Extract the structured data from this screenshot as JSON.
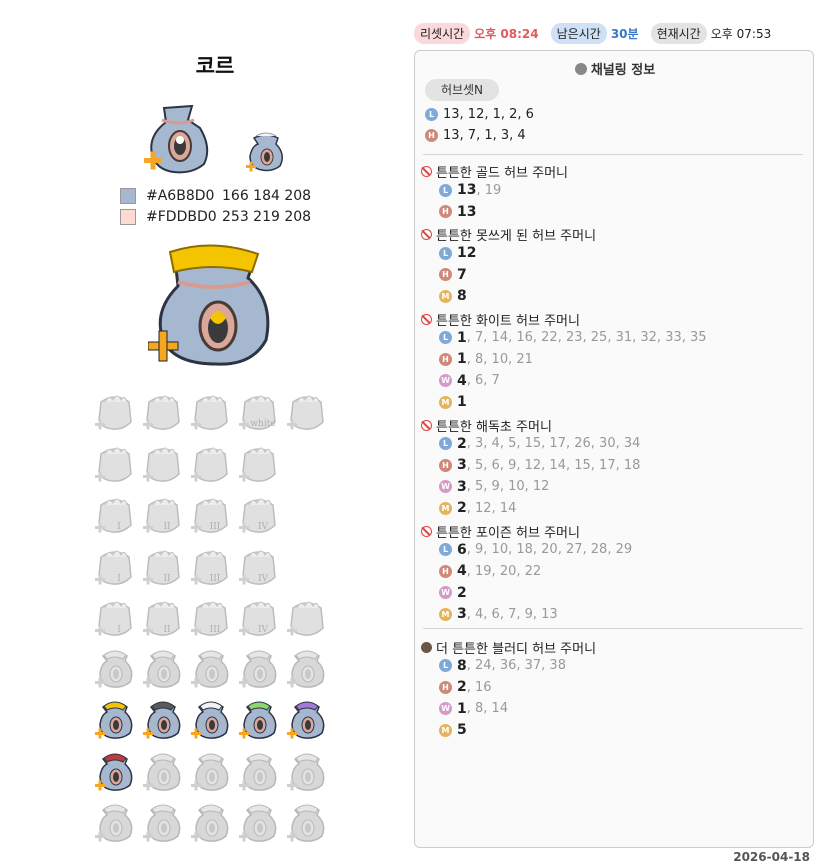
{
  "header": {
    "reset_label": "리셋시간",
    "reset_value": "오후 08:24",
    "remain_label": "남은시간",
    "remain_value": "30분",
    "now_label": "현재시간",
    "now_value": "오후 07:53"
  },
  "left": {
    "title": "코르",
    "colors": [
      {
        "swatch": "#A6B8D0",
        "hex": "#A6B8D0",
        "rgb": "166 184 208"
      },
      {
        "swatch": "#FDDBD0",
        "hex": "#FDDBD0",
        "rgb": "253 219 208"
      }
    ]
  },
  "panel": {
    "title": "채널링 정보",
    "tab": "허브셋N",
    "summary": [
      {
        "tag": "L",
        "value": "13, 12, 1, 2, 6"
      },
      {
        "tag": "H",
        "value": "13, 7, 1, 3, 4"
      }
    ],
    "sections": [
      {
        "icon": "ban",
        "name": "튼튼한 골드 허브 주머니",
        "rows": [
          {
            "tag": "L",
            "main": "13",
            "rest": ", 19"
          },
          {
            "tag": "H",
            "main": "13",
            "rest": ""
          }
        ]
      },
      {
        "icon": "ban",
        "name": "튼튼한 못쓰게 된 허브 주머니",
        "rows": [
          {
            "tag": "L",
            "main": "12",
            "rest": ""
          },
          {
            "tag": "H",
            "main": "7",
            "rest": ""
          },
          {
            "tag": "M",
            "main": "8",
            "rest": ""
          }
        ]
      },
      {
        "icon": "ban",
        "name": "튼튼한 화이트 허브 주머니",
        "rows": [
          {
            "tag": "L",
            "main": "1",
            "rest": ", 7, 14, 16, 22, 23, 25, 31, 32, 33, 35"
          },
          {
            "tag": "H",
            "main": "1",
            "rest": ", 8, 10, 21"
          },
          {
            "tag": "W",
            "main": "4",
            "rest": ", 6, 7"
          },
          {
            "tag": "M",
            "main": "1",
            "rest": ""
          }
        ]
      },
      {
        "icon": "ban",
        "name": "튼튼한 해독초 주머니",
        "rows": [
          {
            "tag": "L",
            "main": "2",
            "rest": ", 3, 4, 5, 15, 17, 26, 30, 34"
          },
          {
            "tag": "H",
            "main": "3",
            "rest": ", 5, 6, 9, 12, 14, 15, 17, 18"
          },
          {
            "tag": "W",
            "main": "3",
            "rest": ", 5, 9, 10, 12"
          },
          {
            "tag": "M",
            "main": "2",
            "rest": ", 12, 14"
          }
        ]
      },
      {
        "icon": "ban",
        "name": "튼튼한 포이즌 허브 주머니",
        "rows": [
          {
            "tag": "L",
            "main": "6",
            "rest": ", 9, 10, 18, 20, 27, 28, 29"
          },
          {
            "tag": "H",
            "main": "4",
            "rest": ", 19, 20, 22"
          },
          {
            "tag": "W",
            "main": "2",
            "rest": ""
          },
          {
            "tag": "M",
            "main": "3",
            "rest": ", 4, 6, 7, 9, 13"
          }
        ]
      },
      {
        "icon": "dot",
        "name": "더 튼튼한 블러디 허브 주머니",
        "rows": [
          {
            "tag": "L",
            "main": "8",
            "rest": ", 24, 36, 37, 38"
          },
          {
            "tag": "H",
            "main": "2",
            "rest": ", 16"
          },
          {
            "tag": "W",
            "main": "1",
            "rest": ", 8, 14"
          },
          {
            "tag": "M",
            "main": "5",
            "rest": ""
          }
        ]
      }
    ]
  },
  "footer": {
    "date": "2026-04-18"
  },
  "icons": {
    "bag_color": "#A6B8D0",
    "bag_pink": "#FDDBD0",
    "grid_rows": [
      [
        "eggs",
        "plant",
        "herb",
        "herb-white",
        "wheat"
      ],
      [
        "sack",
        "seeds",
        "vegetables",
        "vegetables2"
      ],
      [
        "bag-I",
        "bag-II",
        "bag-III",
        "bag-IV"
      ],
      [
        "sack-I",
        "sack-II",
        "sack-III",
        "sack-IV"
      ],
      [
        "bread-I",
        "bread-II",
        "bread-III",
        "bread-IV",
        "basket"
      ],
      [
        "pouch-gray",
        "pouch-gray",
        "pouch-gray",
        "pouch-gray",
        "pouch-gray"
      ],
      [
        "pouch-gold",
        "pouch-dark",
        "pouch-white",
        "pouch-green",
        "pouch-purple"
      ],
      [
        "pouch-bloody",
        "pouch-gray",
        "pouch-gray",
        "pouch-gray",
        "pouch-gray"
      ],
      [
        "pouch-gray",
        "pouch-gray",
        "pouch-gray",
        "pouch-gray",
        "pouch-gray"
      ]
    ],
    "grid_colors": {
      "pouch-gold": "#f5c400",
      "pouch-dark": "#5a5a5a",
      "pouch-white": "#f2f2f2",
      "pouch-green": "#8cd66a",
      "pouch-purple": "#a57ad6",
      "pouch-bloody": "#c23a3a"
    }
  }
}
